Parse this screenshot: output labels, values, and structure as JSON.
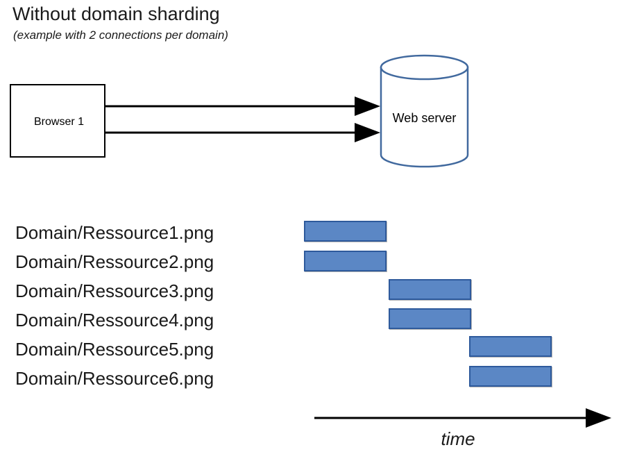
{
  "heading": {
    "title": "Without domain sharding",
    "subtitle": "(example with 2 connections per domain)"
  },
  "diagram": {
    "browser": {
      "label": "Browser 1"
    },
    "server": {
      "label": "Web server"
    },
    "connections": {
      "count": 2
    }
  },
  "timeline": {
    "axis_label": "time",
    "rows": [
      {
        "label": "Domain/Ressource1.png",
        "slot": 1
      },
      {
        "label": "Domain/Ressource2.png",
        "slot": 1
      },
      {
        "label": "Domain/Ressource3.png",
        "slot": 2
      },
      {
        "label": "Domain/Ressource4.png",
        "slot": 2
      },
      {
        "label": "Domain/Ressource5.png",
        "slot": 3
      },
      {
        "label": "Domain/Ressource6.png",
        "slot": 3
      }
    ]
  },
  "colors": {
    "bar_fill": "#5b87c5",
    "bar_border": "#2e5a9c",
    "cylinder_stroke": "#41699e",
    "box_stroke": "#000000",
    "text": "#1a1a1a"
  }
}
